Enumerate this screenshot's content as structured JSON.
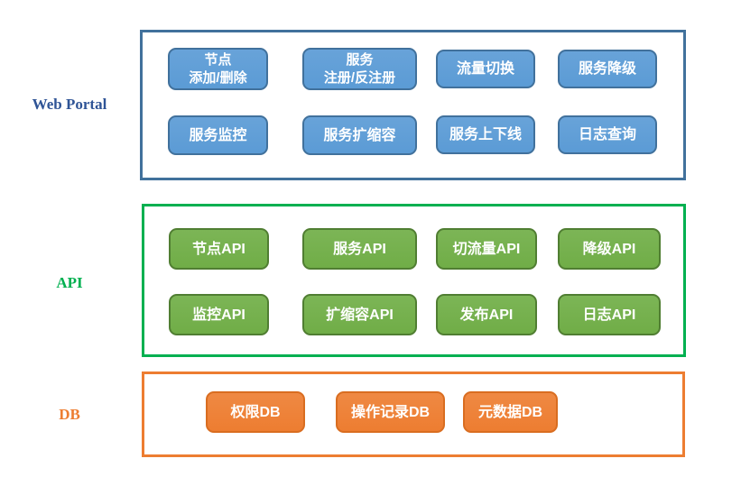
{
  "layers": [
    {
      "label": "Web Portal",
      "label_color": "#2F5496",
      "box_border_color": "#41719C",
      "button_fill_color": "#5B9BD5",
      "button_border_color": "#41719C",
      "buttons": [
        {
          "text": "节点\n添加/删除"
        },
        {
          "text": "服务\n注册/反注册"
        },
        {
          "text": "流量切换"
        },
        {
          "text": "服务降级"
        },
        {
          "text": "服务监控"
        },
        {
          "text": "服务扩缩容"
        },
        {
          "text": "服务上下线"
        },
        {
          "text": "日志查询"
        }
      ]
    },
    {
      "label": "API",
      "label_color": "#00B050",
      "box_border_color": "#00B050",
      "button_fill_color": "#70AD47",
      "button_border_color": "#507E32",
      "buttons": [
        {
          "text": "节点API"
        },
        {
          "text": "服务API"
        },
        {
          "text": "切流量API"
        },
        {
          "text": "降级API"
        },
        {
          "text": "监控API"
        },
        {
          "text": "扩缩容API"
        },
        {
          "text": "发布API"
        },
        {
          "text": "日志API"
        }
      ]
    },
    {
      "label": "DB",
      "label_color": "#ED7D31",
      "box_border_color": "#ED7D31",
      "button_fill_color": "#ED7D31",
      "button_border_color": "#D96D20",
      "buttons": [
        {
          "text": "权限DB"
        },
        {
          "text": "操作记录DB"
        },
        {
          "text": "元数据DB"
        }
      ]
    }
  ]
}
